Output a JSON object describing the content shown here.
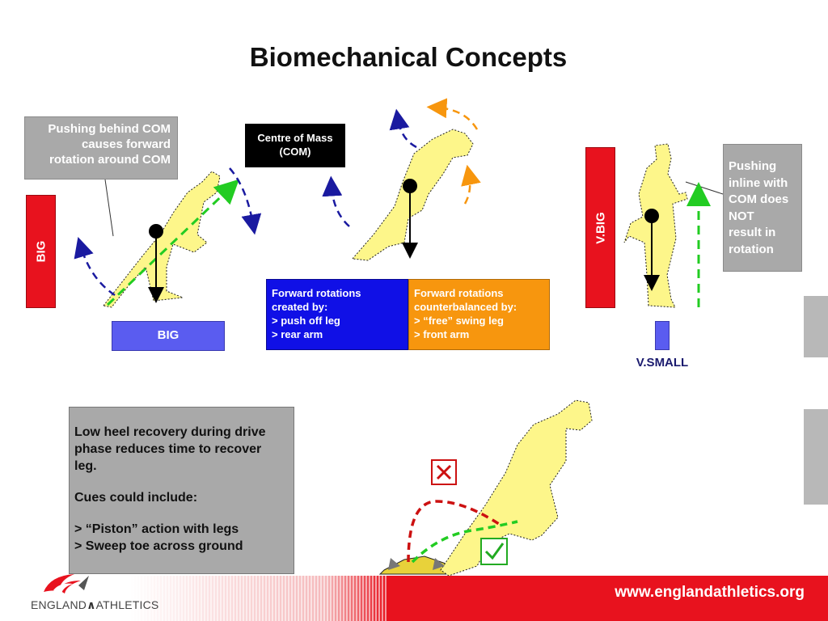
{
  "slide": {
    "title": "Biomechanical Concepts"
  },
  "callouts": {
    "behind_com": [
      "Pushing behind COM",
      "causes forward",
      "rotation around COM"
    ],
    "centre_of_mass": [
      "Centre of Mass",
      "(COM)"
    ],
    "inline_com": [
      "Pushing",
      "inline with",
      "COM does",
      "NOT",
      "result in",
      "rotation"
    ]
  },
  "bars": {
    "left_red": "BIG",
    "left_blue": "BIG",
    "right_red": "V.BIG",
    "right_blue": "V.SMALL"
  },
  "rotation_boxes": {
    "created_by": [
      "Forward rotations",
      "created by:",
      "> push off leg",
      "> rear arm"
    ],
    "counterbalanced_by": [
      "Forward rotations",
      "counterbalanced  by:",
      "> “free” swing leg",
      "> front arm"
    ]
  },
  "cues_box": {
    "intro": [
      "Low heel recovery during drive",
      "phase reduces time to recover",
      "leg."
    ],
    "cues_heading": "Cues could include:",
    "cues": [
      "> “Piston” action with legs",
      "> Sweep toe across ground"
    ]
  },
  "markers": {
    "wrong_icon": "cross-mark-icon",
    "right_icon": "check-mark-icon"
  },
  "footer": {
    "logo_text_left": "ENGLAND",
    "logo_text_right": "ATHLETICS",
    "url": "www.englandathletics.org"
  },
  "colors": {
    "red": "#e8121e",
    "blue_bar": "#5a5cf0",
    "rotation_blue": "#1010e6",
    "rotation_orange": "#f7960e",
    "figure_fill": "#fdf68a",
    "grey_callout": "#a9a9a9",
    "green_dash": "#22cc22"
  }
}
